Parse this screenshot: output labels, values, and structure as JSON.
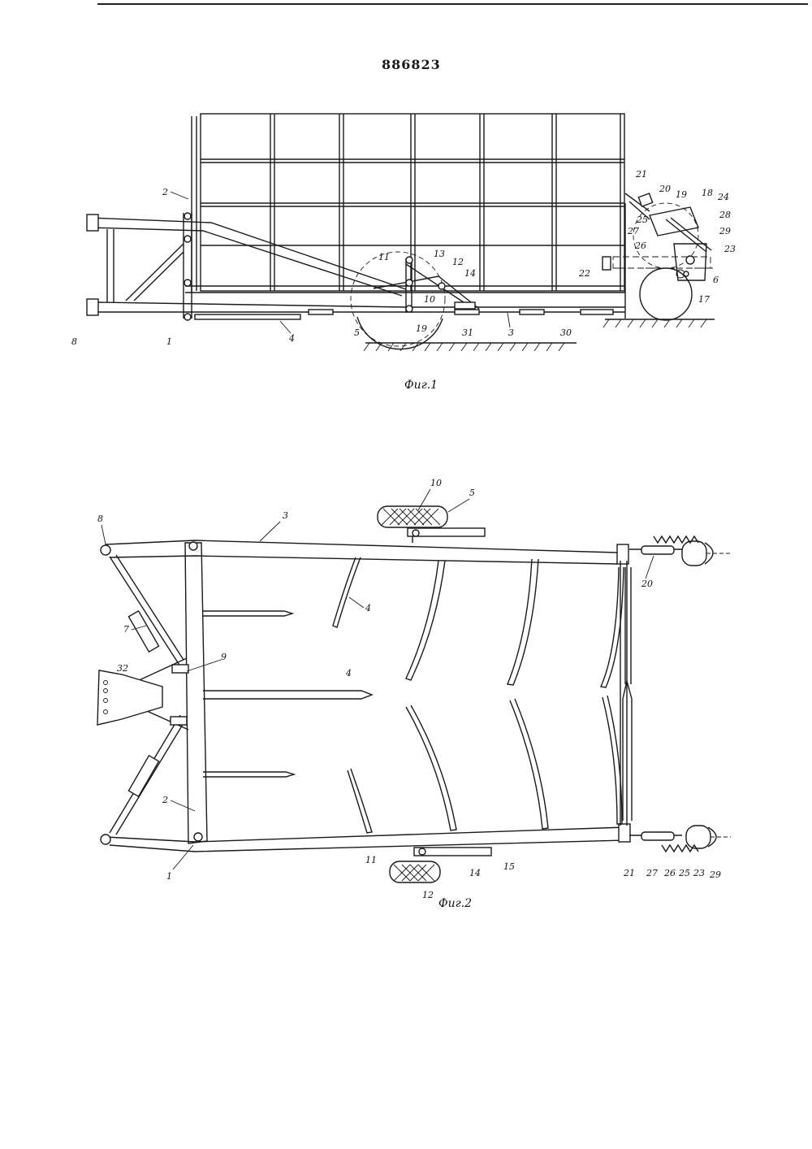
{
  "document": {
    "patent_number": "886823",
    "fig1_caption": "Фиг.1",
    "fig2_caption": "Фиг.2"
  },
  "fig1_labels": [
    "2",
    "8",
    "1",
    "4",
    "5",
    "3",
    "30",
    "31",
    "10",
    "19",
    "11",
    "13",
    "12",
    "14",
    "21",
    "20",
    "19",
    "18",
    "24",
    "28",
    "29",
    "23",
    "25",
    "27",
    "26",
    "22",
    "6",
    "17"
  ],
  "fig2_labels": [
    "8",
    "3",
    "10",
    "5",
    "20",
    "4",
    "7",
    "32",
    "9",
    "4",
    "2",
    "1",
    "11",
    "12",
    "14",
    "15",
    "21",
    "27",
    "26",
    "25",
    "23",
    "29"
  ]
}
